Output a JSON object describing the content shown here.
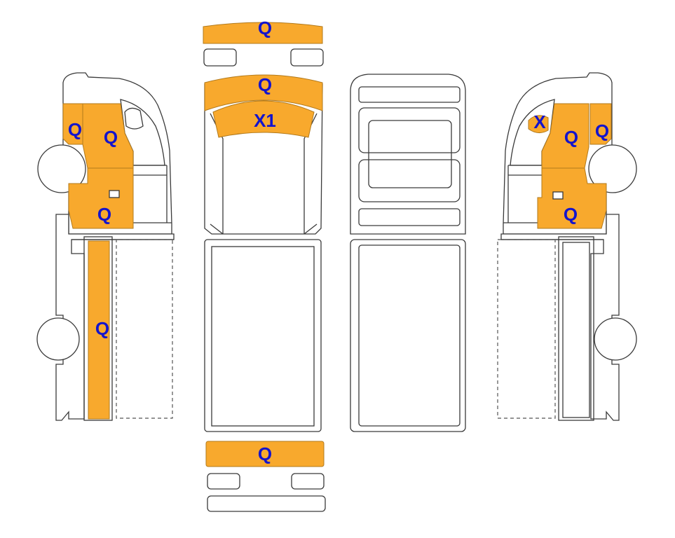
{
  "colors": {
    "damage_fill": "#f8a92d",
    "label_text": "#1414cc",
    "outline": "#3a3a3a"
  },
  "labels": {
    "front_bumper": "Q",
    "hood": "Q",
    "windshield": "X1",
    "rear_bumper": "Q",
    "left_front_door": "Q",
    "left_front_door_inner": "Q",
    "left_fender": "Q",
    "left_cargo_side": "Q",
    "right_mirror": "X",
    "right_front_door": "Q",
    "right_a_pillar": "Q",
    "right_fender": "Q"
  }
}
